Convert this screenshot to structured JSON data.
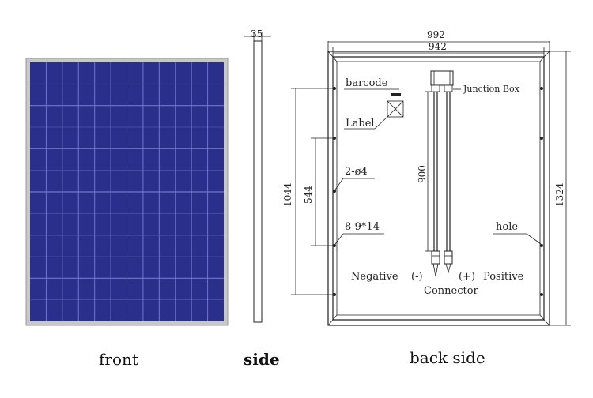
{
  "captions": {
    "front": "front",
    "side": "side",
    "back": "back side"
  },
  "dimensions": {
    "side_thickness": "35",
    "outer_width": "992",
    "inner_width": "942",
    "height": "1324",
    "mount_span": "1044",
    "hole_span": "544",
    "cable_length": "900"
  },
  "labels": {
    "barcode": "barcode",
    "label": "Label",
    "junction_box": "Junction Box",
    "mount_holes": "2-ø4",
    "slot_holes": "8-9*14",
    "hole": "hole",
    "negative": "Negative",
    "neg_sign": "(-)",
    "pos_sign": "(+)",
    "positive": "Positive",
    "connector": "Connector"
  },
  "colors": {
    "panel_frame": "#c8c8c8",
    "cell_blue": "#2a2f8c",
    "cell_line": "#6f77c8"
  },
  "panel_grid": {
    "columns": 12,
    "rows": 6
  }
}
